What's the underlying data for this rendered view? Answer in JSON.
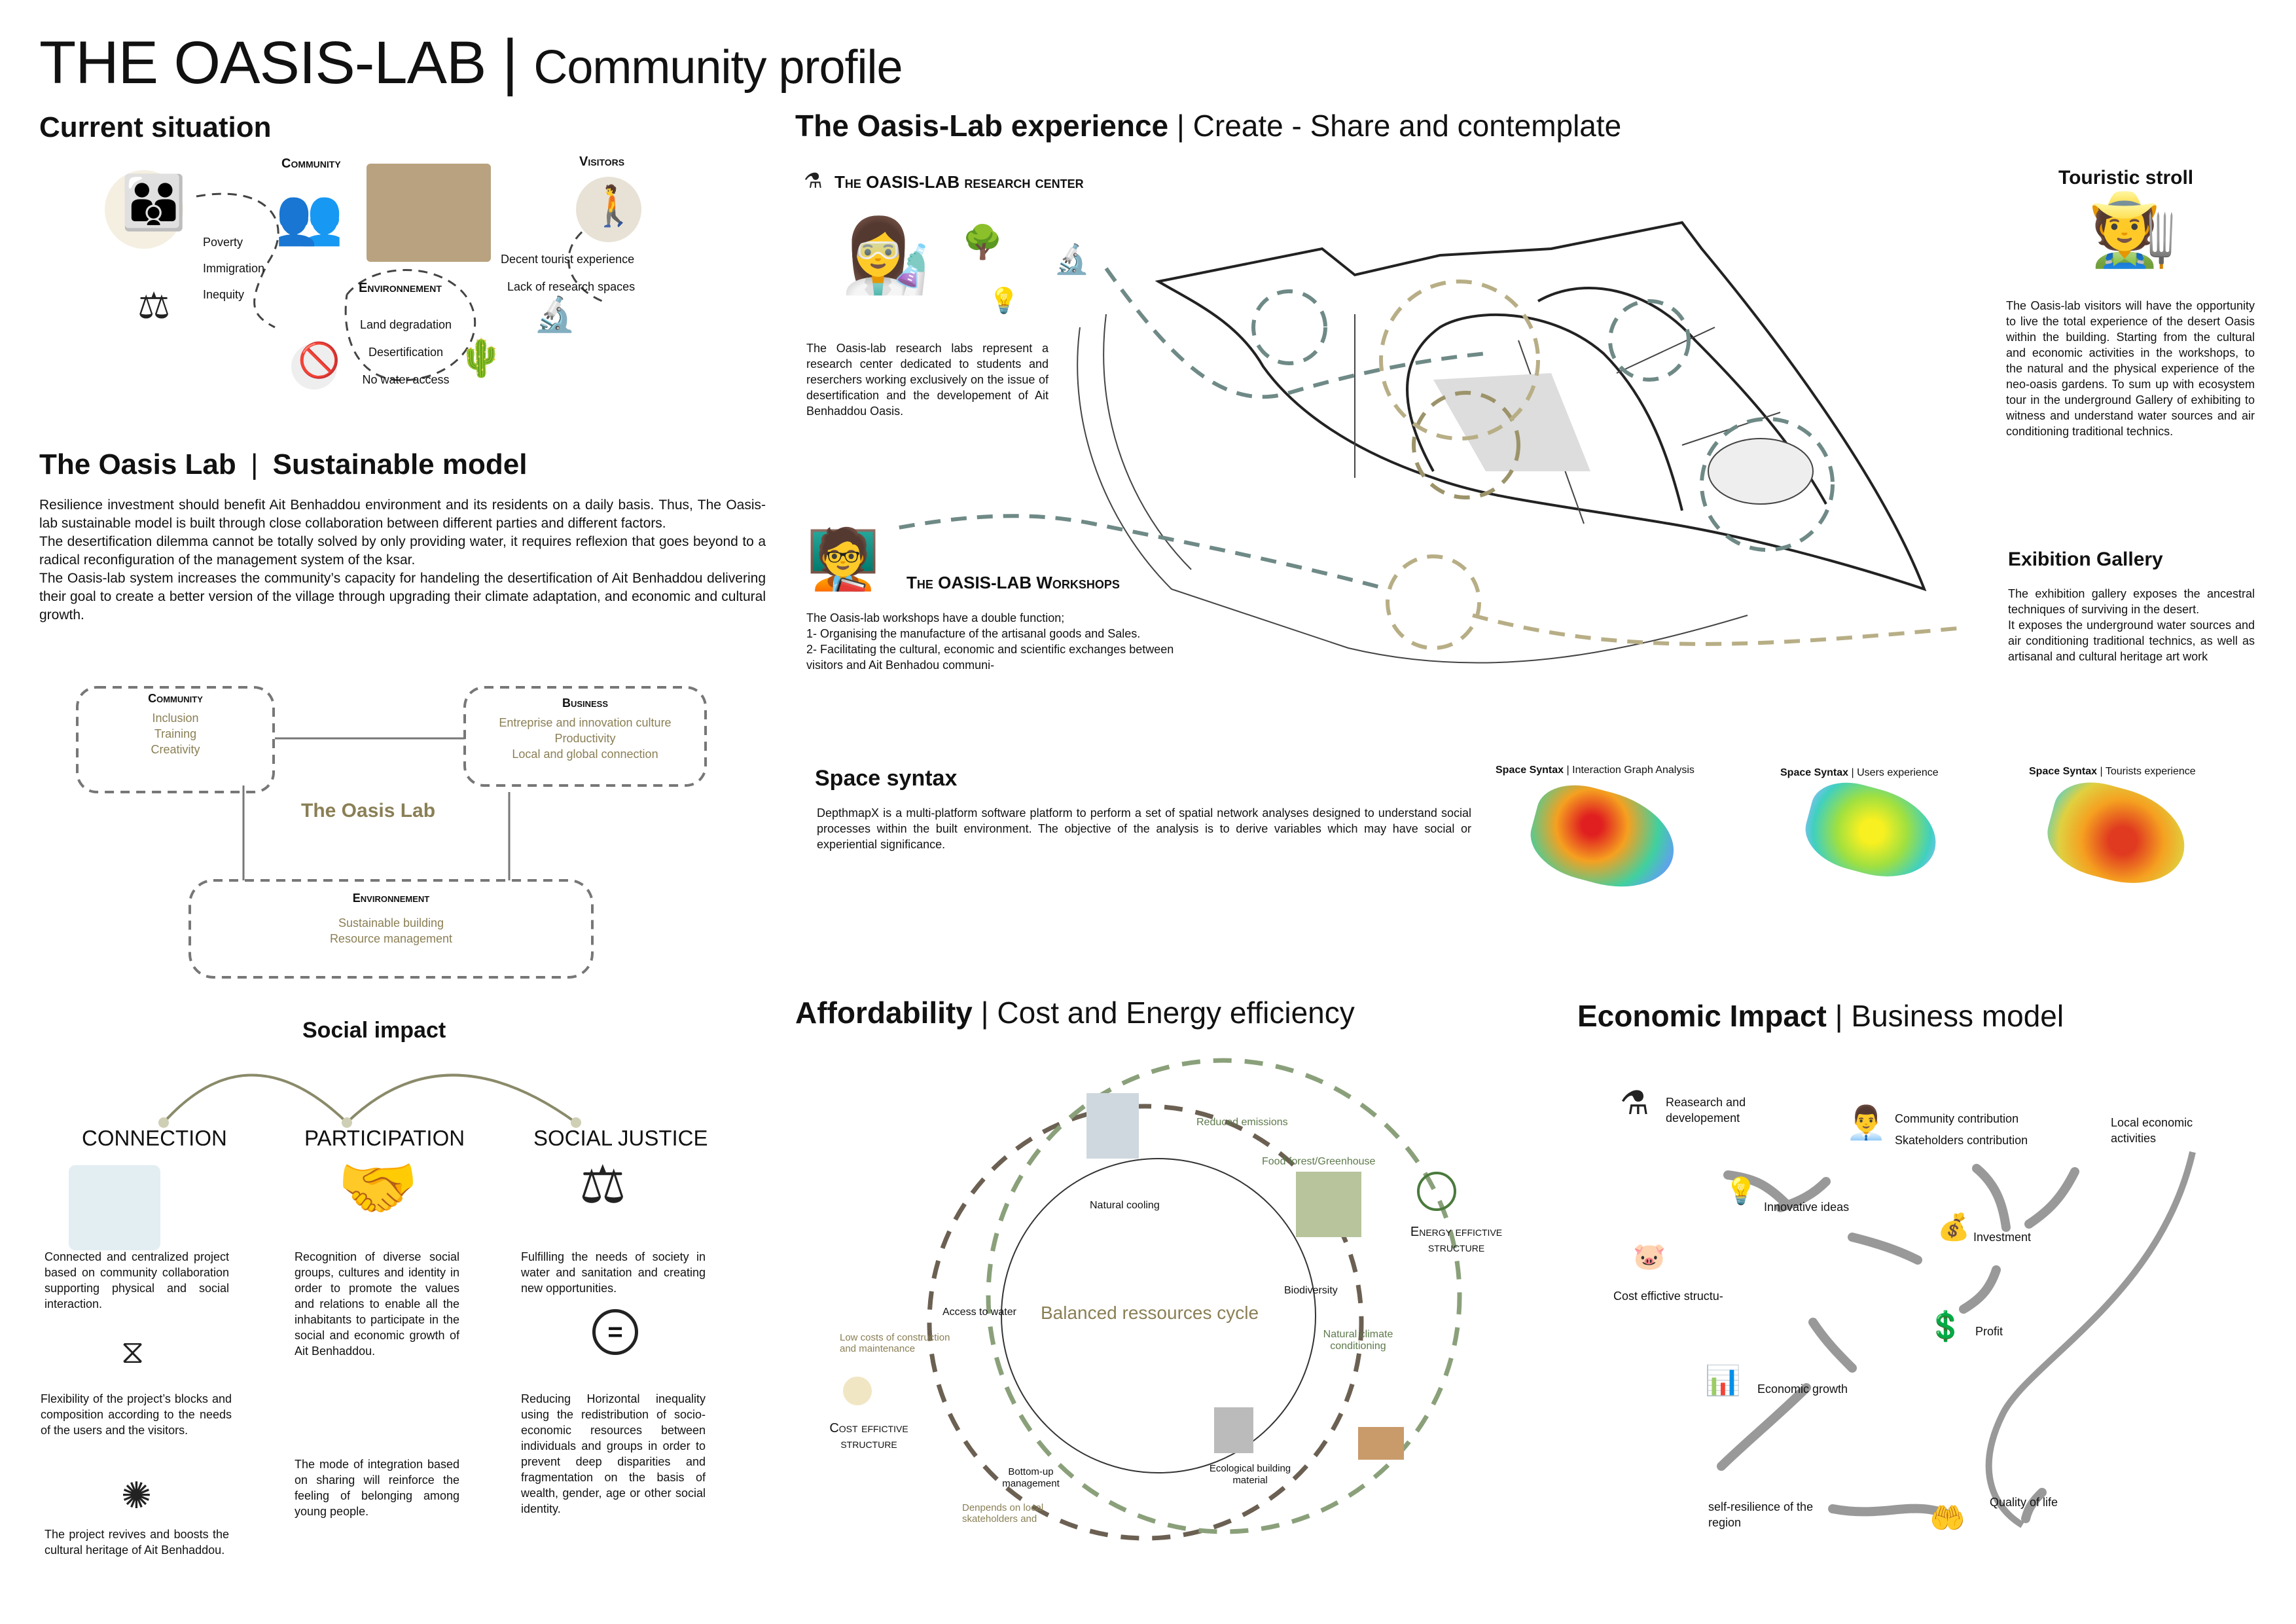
{
  "title": {
    "main": "THE OASIS-LAB",
    "sep": "|",
    "sub": "Community profile"
  },
  "current": {
    "heading": "Current situation",
    "community": "Community",
    "visitors": "Visitors",
    "environment": "Environnement",
    "items_left": [
      "Poverty",
      "Immigration",
      "Inequity"
    ],
    "items_visitors": [
      "Decent tourist experience",
      "Lack of research spaces"
    ],
    "items_env": [
      "Land degradation",
      "Desertification",
      "No water access"
    ]
  },
  "model": {
    "heading": "The Oasis Lab",
    "heading_sub": "Sustainable model",
    "paragraphs": [
      "Resilience investment should benefit Ait Benhaddou environment and its residents on a daily basis. Thus, The Oasis-lab sustainable model is built through close collaboration between different parties and different factors.",
      "The desertification dilemma cannot be totally solved by only providing water, it requires reflexion that goes beyond to a radical reconfiguration of the management system of the ksar.",
      "The Oasis-lab system increases the community’s capacity for handeling the desertification of Ait Benhaddou delivering their goal to create a better version of the village through upgrading their climate adaptation, and  economic and cultural growth."
    ],
    "center": "The Oasis Lab",
    "community": {
      "title": "Community",
      "items": [
        "Inclusion",
        "Training",
        "Creativity"
      ]
    },
    "business": {
      "title": "Business",
      "items": [
        "Entreprise and innovation culture",
        "Productivity",
        "Local and global connection"
      ]
    },
    "environment": {
      "title": "Environnement",
      "items": [
        "Sustainable building",
        "Resource management"
      ]
    }
  },
  "social": {
    "heading": "Social impact",
    "cols": [
      {
        "title": "CONNECTION",
        "texts": [
          "Connected and centralized project based on community collaboration supporting physical and social interaction.",
          "Flexibility of the project’s blocks and composition according to the needs of the users and the visitors.",
          "The project revives and boosts the cultural heritage of Ait Benhaddou."
        ]
      },
      {
        "title": "PARTICIPATION",
        "texts": [
          "Recognition of diverse social groups, cultures and identity in order to promote the values and relations to enable all the inhabitants to participate in the social and economic growth of Ait Benhaddou.",
          "The mode of integration based on sharing will reinforce the feeling of belonging among young people."
        ]
      },
      {
        "title": "SOCIAL JUSTICE",
        "texts": [
          "Fulfilling the needs of society in water and sanitation and creating new opportunities.",
          "Reducing Horizontal inequality using the redistribution of socio-economic resources between individuals and groups in order to prevent deep disparities and fragmentation on the basis of wealth, gender, age or other social identity."
        ]
      }
    ]
  },
  "experience": {
    "heading": "The Oasis-Lab experience",
    "heading_sub": "Create - Share and contemplate",
    "research_title": "The OASIS-LAB research center",
    "research_text": "The Oasis-lab research labs represent a research center dedicated to students and reserchers working exclusively on the issue of desertification and the developement of Ait Benhaddou Oasis.",
    "workshops_title": "The OASIS-LAB Workshops",
    "workshops_lines": [
      "The Oasis-lab workshops have a double function;",
      "1- Organising the manufacture of the artisanal goods and Sales.",
      "2- Facilitating the cultural, economic and scientific exchanges between visitors and Ait Benhadou communi-"
    ],
    "stroll_title": "Touristic stroll",
    "stroll_text": "The Oasis-lab visitors will have the opportunity to live the total experience of the desert Oasis within the building. Starting from the cultural and economic activities in the workshops, to the natural and the physical experience of the neo-oasis gardens. To sum up with ecosystem tour in the underground Gallery of exhibiting to witness and understand water sources and air conditioning traditional technics.",
    "gallery_title": "Exibition Gallery",
    "gallery_text": "The exhibition gallery exposes the ancestral techniques of surviving in the desert.\nIt exposes the underground water sources and air conditioning traditional technics, as well as artisanal and cultural heritage art work"
  },
  "syntax": {
    "heading": "Space syntax",
    "text": "DepthmapX is a multi-platform software platform to perform a set of spatial network analyses designed to understand social processes within the built environment.  The objective of the analysis is to derive variables which may have social or experiential significance.",
    "maps": [
      {
        "bold": "Space Syntax",
        "label": "| Interaction Graph Analysis"
      },
      {
        "bold": "Space Syntax",
        "label": "| Users experience"
      },
      {
        "bold": "Space Syntax",
        "label": "| Tourists experience"
      }
    ]
  },
  "afford": {
    "heading": "Affordability",
    "heading_sub": "Cost and Energy efficiency",
    "center": "Balanced ressources cycle",
    "inner": [
      "Natural cooling",
      "Access to water",
      "Biodiversity",
      "Bottom-up management",
      "Ecological building material"
    ],
    "outer": [
      "Reduced emissions",
      "Food forest/Greenhouse",
      "Natural climate conditioning",
      "Low costs of construction and maintenance",
      "Denpends on local skateholders and"
    ],
    "energy": "Energy effictive structure",
    "cost": "Cost effictive structure"
  },
  "economic": {
    "heading": "Economic Impact",
    "heading_sub": "Business model",
    "nodes": [
      "Reasearch and developement",
      "Community contribution",
      "Skateholders contribution",
      "Local economic activities",
      "Innovative ideas",
      "Investment",
      "Cost effictive structu-",
      "Profit",
      "Economic growth",
      "self-resilience of the region",
      "Quality of life"
    ]
  }
}
